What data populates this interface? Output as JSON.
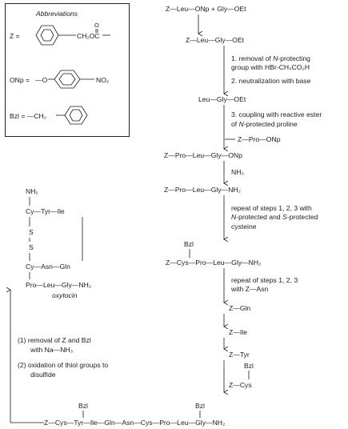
{
  "abbreviations": {
    "title": "Abbreviations",
    "z_label": "Z =",
    "z_group": "CH₂OC",
    "z_o": "O",
    "onp_label": "ONp =",
    "onp_o": "—O",
    "onp_no2": "NO₂",
    "bzl_label": "Bzl = —CH₂"
  },
  "synthesis": {
    "start": "Z—Leu—ONp + Gly—OEt",
    "dipeptide_z": "Z—Leu—Gly—OEt",
    "step1": "1. removal of",
    "step1_italic": "N",
    "step1_rest": "-protecting",
    "step1_b": "group with HBr-CH₃CO₂H",
    "step2": "2. neutralization with base",
    "dipeptide": "Leu—Gly—OEt",
    "step3": "3. coupling with reactive ester",
    "step3_b_pre": "of",
    "step3_b_italic": "N",
    "step3_b_rest": "-protected proline",
    "reagent_pro": "Z—Pro—ONp",
    "tripeptide": "Z—Pro—Leu—Gly—ONp",
    "nh3": "NH₃",
    "tripeptide_amide": "Z—Pro—Leu—Gly—NH₂",
    "repeat_a": "repeat of steps 1, 2, 3 with",
    "repeat_b_italic1": "N",
    "repeat_b_mid": "-protected and",
    "repeat_b_italic2": "S",
    "repeat_b_rest": "-protected",
    "repeat_c": "cysteine",
    "bzl_top": "Bzl",
    "tetrapeptide": "Z—Cys—Pro—Leu—Gly—NH₂",
    "repeat2_a": "repeat of steps 1, 2, 3",
    "repeat2_b": "with Z—Asn",
    "z_gln": "Z—Gln",
    "z_ile": "Z—Ile",
    "z_tyr": "Z—Tyr",
    "bzl_cys": "Bzl",
    "z_cys": "Z—Cys",
    "final_bzl1": "Bzl",
    "final_bzl2": "Bzl",
    "final_chain": "Z—Cys—Tyr—Ile—Gln—Asn—Cys—Pro—Leu—Gly—NH₂"
  },
  "oxytocin": {
    "nh2": "NH₂",
    "top": "Cy—Tyr—Ile",
    "s1": "S",
    "s2": "S",
    "mid": "Cy—Asn—Gln",
    "bottom": "Pro—Leu—Gly—NH₂",
    "name": "oxytocin",
    "final1_a": "(1)  removal of Z and Bzl",
    "final1_b": "with Na—NH₃",
    "final2_a": "(2)  oxidation of thiol groups to",
    "final2_b": "disulfide"
  }
}
